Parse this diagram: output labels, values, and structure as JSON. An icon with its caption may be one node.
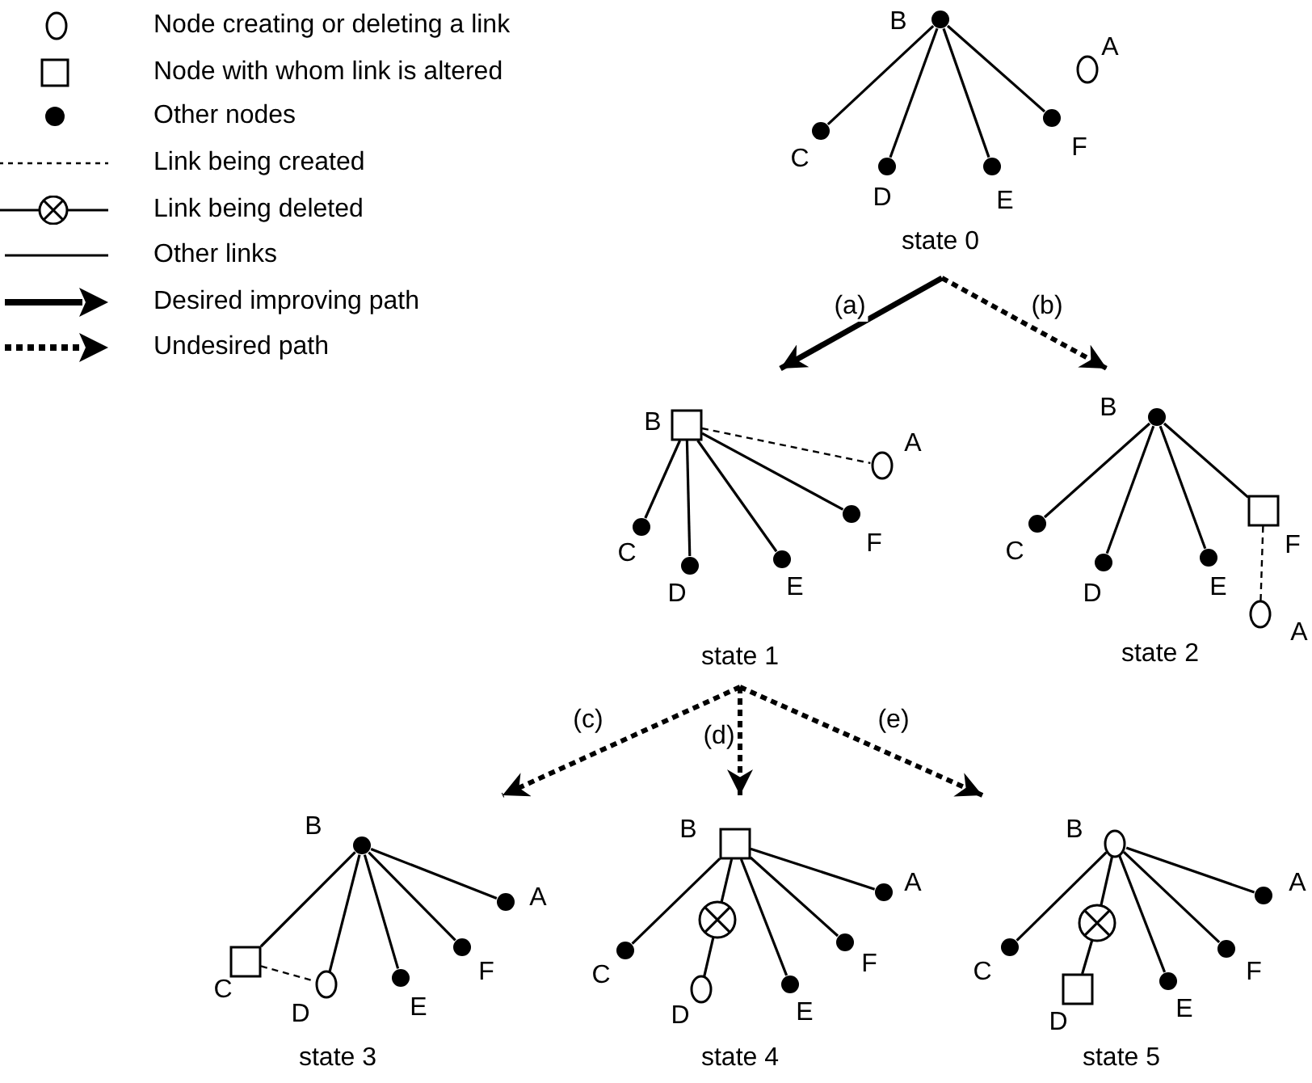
{
  "diagram": {
    "nodes": [
      {
        "text": [
          "state 0"
        ]
      },
      {
        "text": [],
        "shape": "dot",
        "beside": [
          "B"
        ],
        "in": 0
      },
      {
        "text": [],
        "shape": "dot",
        "beside": [
          "C"
        ],
        "in": 0
      },
      {
        "text": [],
        "shape": "dot",
        "beside": [
          "D"
        ],
        "in": 0
      },
      {
        "text": [],
        "shape": "dot",
        "beside": [
          "E"
        ],
        "in": 0
      },
      {
        "text": [],
        "shape": "dot",
        "beside": [
          "F"
        ],
        "in": 0
      },
      {
        "text": [],
        "shape": "circle",
        "beside": [
          "A"
        ],
        "in": 0
      },
      {
        "text": [
          "state 1"
        ]
      },
      {
        "text": [],
        "shape": "box",
        "beside": [
          "B"
        ],
        "in": 7
      },
      {
        "text": [],
        "shape": "dot",
        "beside": [
          "C"
        ],
        "in": 7
      },
      {
        "text": [],
        "shape": "dot",
        "beside": [
          "D"
        ],
        "in": 7
      },
      {
        "text": [],
        "shape": "dot",
        "beside": [
          "E"
        ],
        "in": 7
      },
      {
        "text": [],
        "shape": "dot",
        "beside": [
          "F"
        ],
        "in": 7
      },
      {
        "text": [],
        "shape": "circle",
        "beside": [
          "A"
        ],
        "in": 7
      },
      {
        "text": [
          "state 2"
        ]
      },
      {
        "text": [],
        "shape": "dot",
        "beside": [
          "B"
        ],
        "in": 14
      },
      {
        "text": [],
        "shape": "dot",
        "beside": [
          "C"
        ],
        "in": 14
      },
      {
        "text": [],
        "shape": "dot",
        "beside": [
          "D"
        ],
        "in": 14
      },
      {
        "text": [],
        "shape": "dot",
        "beside": [
          "E"
        ],
        "in": 14
      },
      {
        "text": [],
        "shape": "box",
        "beside": [
          "F"
        ],
        "in": 14
      },
      {
        "text": [],
        "shape": "circle",
        "beside": [
          "A"
        ],
        "in": 14
      },
      {
        "text": [
          "state 3"
        ]
      },
      {
        "text": [],
        "shape": "dot",
        "beside": [
          "B"
        ],
        "in": 21
      },
      {
        "text": [],
        "shape": "box",
        "beside": [
          "C"
        ],
        "in": 21
      },
      {
        "text": [],
        "shape": "circle",
        "beside": [
          "D"
        ],
        "in": 21
      },
      {
        "text": [],
        "shape": "dot",
        "beside": [
          "E"
        ],
        "in": 21
      },
      {
        "text": [],
        "shape": "dot",
        "beside": [
          "F"
        ],
        "in": 21
      },
      {
        "text": [],
        "shape": "dot",
        "beside": [
          "A"
        ],
        "in": 21
      },
      {
        "text": [
          "state 4"
        ]
      },
      {
        "text": [],
        "shape": "box",
        "beside": [
          "B"
        ],
        "in": 28
      },
      {
        "text": [],
        "shape": "dot",
        "beside": [
          "C"
        ],
        "in": 28
      },
      {
        "text": [],
        "shape": "crossed-circle",
        "in": 28
      },
      {
        "text": [],
        "shape": "circle",
        "beside": [
          "D"
        ],
        "in": 28
      },
      {
        "text": [],
        "shape": "dot",
        "beside": [
          "E"
        ],
        "in": 28
      },
      {
        "text": [],
        "shape": "dot",
        "beside": [
          "F"
        ],
        "in": 28
      },
      {
        "text": [],
        "shape": "dot",
        "beside": [
          "A"
        ],
        "in": 28
      },
      {
        "text": [
          "state 5"
        ]
      },
      {
        "text": [],
        "shape": "circle",
        "beside": [
          "B"
        ],
        "in": 36
      },
      {
        "text": [],
        "shape": "dot",
        "beside": [
          "C"
        ],
        "in": 36
      },
      {
        "text": [],
        "shape": "crossed-circle",
        "in": 36
      },
      {
        "text": [],
        "shape": "box",
        "beside": [
          "D"
        ],
        "in": 36
      },
      {
        "text": [],
        "shape": "dot",
        "beside": [
          "E"
        ],
        "in": 36
      },
      {
        "text": [],
        "shape": "dot",
        "beside": [
          "F"
        ],
        "in": 36
      },
      {
        "text": [],
        "shape": "dot",
        "beside": [
          "A"
        ],
        "in": 36
      }
    ],
    "edges": [
      {
        "from": 0,
        "to": 7,
        "arrow": "to",
        "label": "(a)",
        "style": "thick"
      },
      {
        "from": 0,
        "to": 14,
        "arrow": "to",
        "label": "(b)",
        "style": "dashed"
      },
      {
        "from": 7,
        "to": 21,
        "arrow": "to",
        "label": "(c)",
        "style": "dashed"
      },
      {
        "from": 7,
        "to": 28,
        "arrow": "to",
        "label": "(d)",
        "style": "dashed"
      },
      {
        "from": 7,
        "to": 36,
        "arrow": "to",
        "label": "(e)",
        "style": "dashed"
      },
      {
        "from": 1,
        "to": 2,
        "arrow": "none"
      },
      {
        "from": 1,
        "to": 3,
        "arrow": "none"
      },
      {
        "from": 1,
        "to": 4,
        "arrow": "none"
      },
      {
        "from": 1,
        "to": 5,
        "arrow": "none"
      },
      {
        "from": 8,
        "to": 9,
        "arrow": "none"
      },
      {
        "from": 8,
        "to": 10,
        "arrow": "none"
      },
      {
        "from": 8,
        "to": 11,
        "arrow": "none"
      },
      {
        "from": 8,
        "to": 12,
        "arrow": "none"
      },
      {
        "from": 8,
        "to": 13,
        "arrow": "none",
        "style": "dashed"
      },
      {
        "from": 15,
        "to": 16,
        "arrow": "none"
      },
      {
        "from": 15,
        "to": 17,
        "arrow": "none"
      },
      {
        "from": 15,
        "to": 18,
        "arrow": "none"
      },
      {
        "from": 15,
        "to": 19,
        "arrow": "none"
      },
      {
        "from": 19,
        "to": 20,
        "arrow": "none",
        "style": "dashed"
      },
      {
        "from": 22,
        "to": 23,
        "arrow": "none"
      },
      {
        "from": 22,
        "to": 24,
        "arrow": "none"
      },
      {
        "from": 22,
        "to": 25,
        "arrow": "none"
      },
      {
        "from": 22,
        "to": 26,
        "arrow": "none"
      },
      {
        "from": 22,
        "to": 27,
        "arrow": "none"
      },
      {
        "from": 23,
        "to": 24,
        "arrow": "none",
        "style": "dashed"
      },
      {
        "from": 29,
        "to": 30,
        "arrow": "none"
      },
      {
        "from": 29,
        "to": 31,
        "arrow": "none"
      },
      {
        "from": 31,
        "to": 32,
        "arrow": "none"
      },
      {
        "from": 29,
        "to": 33,
        "arrow": "none"
      },
      {
        "from": 29,
        "to": 34,
        "arrow": "none"
      },
      {
        "from": 29,
        "to": 35,
        "arrow": "none"
      },
      {
        "from": 37,
        "to": 38,
        "arrow": "none"
      },
      {
        "from": 37,
        "to": 39,
        "arrow": "none"
      },
      {
        "from": 39,
        "to": 40,
        "arrow": "none"
      },
      {
        "from": 37,
        "to": 41,
        "arrow": "none"
      },
      {
        "from": 37,
        "to": 42,
        "arrow": "none"
      },
      {
        "from": 37,
        "to": 43,
        "arrow": "none"
      }
    ],
    "legend": [
      {
        "text": "Node creating or deleting a link"
      },
      {
        "text": "Node with whom link is altered"
      },
      {
        "text": "Other nodes"
      },
      {
        "text": "Link being created"
      },
      {
        "text": "Link being deleted"
      },
      {
        "text": "Other links"
      },
      {
        "text": "Desired improving path"
      },
      {
        "text": "Undesired path"
      }
    ]
  }
}
